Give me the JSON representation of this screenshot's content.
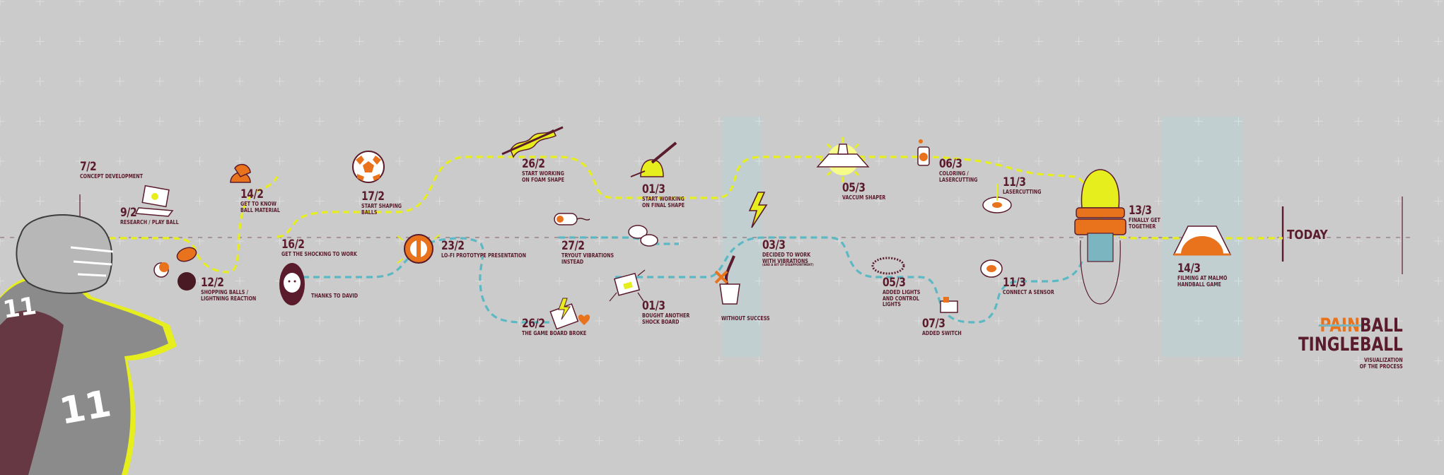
{
  "events": [
    {
      "id": "concept",
      "date": "7/2",
      "label": "CONCEPT DEVELOPMENT"
    },
    {
      "id": "research",
      "date": "9/2",
      "label": "RESEARCH / PLAY BALL"
    },
    {
      "id": "shopping",
      "date": "12/2",
      "label": "SHOPPING BALLS /\nLIGHTNING REACTION"
    },
    {
      "id": "material",
      "date": "14/2",
      "label": "GET TO KNOW\nBALL MATERIAL"
    },
    {
      "id": "shocking",
      "date": "16/2",
      "label": "GET THE SHOCKING TO WORK"
    },
    {
      "id": "shaping",
      "date": "17/2",
      "label": "START SHAPING\nBALLS"
    },
    {
      "id": "lofi",
      "date": "23/2",
      "label": "LO-FI PROTOTYPE PRESENTATION"
    },
    {
      "id": "foam",
      "date": "26/2",
      "label": "START WORKING\nON FOAM SHAPE"
    },
    {
      "id": "gameboard",
      "date": "26/2",
      "label": "THE GAME BOARD BROKE"
    },
    {
      "id": "vibrations",
      "date": "27/2",
      "label": "TRYOUT VIBRATIONS\nINSTEAD"
    },
    {
      "id": "finalshape",
      "date": "01/3",
      "label": "START WORKING\nON FINAL SHAPE"
    },
    {
      "id": "shockboard",
      "date": "01/3",
      "label": "BOUGHT ANOTHER\nSHOCK BOARD"
    },
    {
      "id": "decided",
      "date": "03/3",
      "label": "DECIDED TO WORK\nWITH VIBRATIONS",
      "small": "(AND A BIT OF DISAPPOINTMENT)"
    },
    {
      "id": "vaccum",
      "date": "05/3",
      "label": "VACCUM SHAPER"
    },
    {
      "id": "lights",
      "date": "05/3",
      "label": "ADDED LIGHTS\nAND CONTROL\nLIGHTS"
    },
    {
      "id": "coloring",
      "date": "06/3",
      "label": "COLORING /\nLASERCUTTING"
    },
    {
      "id": "switch",
      "date": "07/3",
      "label": "ADDED SWITCH"
    },
    {
      "id": "laser",
      "date": "11/3",
      "label": "LASERCUTTING"
    },
    {
      "id": "sensor",
      "date": "11/3",
      "label": "CONNECT A SENSOR"
    },
    {
      "id": "together",
      "date": "13/3",
      "label": "FINALLY GET\nTOGETHER"
    },
    {
      "id": "filming",
      "date": "14/3",
      "label": "FILMING AT MALMÖ\nHANDBALL GAME"
    }
  ],
  "notes": {
    "david": "THANKS TO DAVID",
    "without": "WITHOUT SUCCESS"
  },
  "today": "TODAY",
  "brand": {
    "pain": "PAIN",
    "ball": "BALL",
    "tingle": "TINGLEBALL",
    "subtitle": "VISUALIZATION\nOF THE PROCESS"
  },
  "colors": {
    "background": "#cbcbcb",
    "text": "#5a1c2c",
    "yellow": "#e6ee1e",
    "teal": "#5cb9c4",
    "orange": "#e8731c"
  }
}
